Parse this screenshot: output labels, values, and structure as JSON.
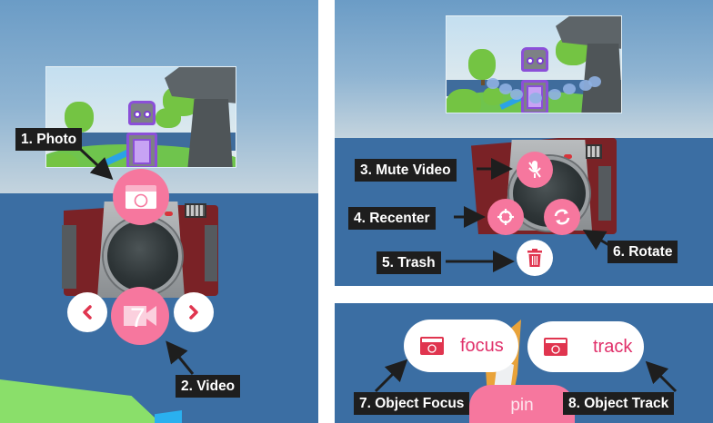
{
  "panels": {
    "left": {
      "callouts": [
        {
          "id": "photo",
          "label": "1. Photo"
        },
        {
          "id": "video",
          "label": "2. Video"
        }
      ],
      "buttons": {
        "photo": {
          "icon": "camera-icon"
        },
        "video": {
          "icon": "video-camera-icon",
          "overlay_text": "7"
        },
        "prev": {
          "icon": "chevron-left-icon"
        },
        "next": {
          "icon": "chevron-right-icon"
        }
      }
    },
    "top_right": {
      "callouts": [
        {
          "id": "mute",
          "label": "3. Mute Video"
        },
        {
          "id": "recenter",
          "label": "4. Recenter"
        },
        {
          "id": "trash",
          "label": "5. Trash"
        },
        {
          "id": "rotate",
          "label": "6. Rotate"
        }
      ],
      "buttons": {
        "mute": {
          "icon": "microphone-muted-icon"
        },
        "recenter": {
          "icon": "crosshair-icon"
        },
        "rotate": {
          "icon": "rotate-icon"
        },
        "trash": {
          "icon": "trash-icon"
        }
      }
    },
    "bottom_right": {
      "callouts": [
        {
          "id": "focus",
          "label": "7. Object Focus"
        },
        {
          "id": "track",
          "label": "8. Object Track"
        }
      ],
      "buttons": {
        "focus": {
          "label": "focus",
          "icon": "camera-icon"
        },
        "track": {
          "label": "track",
          "icon": "camera-icon"
        },
        "pin": {
          "label": "pin"
        }
      }
    }
  },
  "colors": {
    "accent_pink": "#f6779e",
    "icon_red": "#e0354f",
    "callout_bg": "#1e1e1e",
    "sea_blue": "#3b6ea3",
    "camera_red": "#7a2226"
  }
}
